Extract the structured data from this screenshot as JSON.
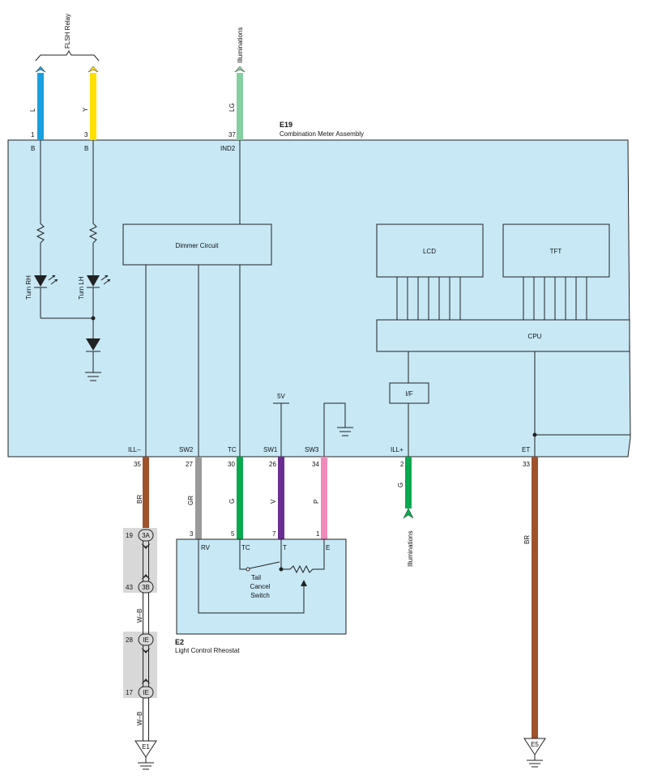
{
  "meter": {
    "code": "E19",
    "name": "Combination Meter Assembly"
  },
  "rheostat": {
    "code": "E2",
    "name": "Light Control Rheostat"
  },
  "top_labels": {
    "flsh_relay": "FLSH Relay",
    "illuminations_top": "Illuminations",
    "illuminations_mid": "Illuminations"
  },
  "top_pins": [
    {
      "pin": "1",
      "terminal": "B",
      "wire": "L"
    },
    {
      "pin": "3",
      "terminal": "B",
      "wire": "Y"
    },
    {
      "pin": "37",
      "terminal": "IND2",
      "wire": "LG"
    }
  ],
  "bottom_pins": [
    {
      "pin": "35",
      "terminal": "ILL–",
      "wire": "BR"
    },
    {
      "pin": "27",
      "terminal": "SW2",
      "wire": "GR"
    },
    {
      "pin": "30",
      "terminal": "TC",
      "wire": "G"
    },
    {
      "pin": "26",
      "terminal": "SW1",
      "wire": "V"
    },
    {
      "pin": "34",
      "terminal": "SW3",
      "wire": "P"
    },
    {
      "pin": "2",
      "terminal": "ILL+",
      "wire": "G"
    },
    {
      "pin": "33",
      "terminal": "ET",
      "wire": "BR"
    }
  ],
  "blocks": {
    "dimmer": "Dimmer Circuit",
    "lcd": "LCD",
    "tft": "TFT",
    "cpu": "CPU",
    "if": "I/F"
  },
  "leds": {
    "rh": "Turn RH",
    "lh": "Turn LH"
  },
  "supply": "5V",
  "e2_pins": [
    {
      "pin": "3",
      "terminal": "RV"
    },
    {
      "pin": "5",
      "terminal": "TC"
    },
    {
      "pin": "7",
      "terminal": "T"
    },
    {
      "pin": "1",
      "terminal": "E"
    }
  ],
  "switch_label": [
    "Tail",
    "Cancel",
    "Switch"
  ],
  "junctions": [
    {
      "pin": "19",
      "id": "3A"
    },
    {
      "pin": "43",
      "id": "3B"
    },
    {
      "pin": "28",
      "id": "IE"
    },
    {
      "pin": "17",
      "id": "IE"
    }
  ],
  "lower_wires": {
    "wb1": "W–B",
    "wb2": "W–B"
  },
  "grounds": {
    "left": "E1",
    "right": "E5"
  },
  "colors": {
    "panel": "#c8e8f6",
    "L": "#1aa0e0",
    "Y": "#ffe000",
    "LG": "#86cfa0",
    "BR": "#a0522d",
    "GR": "#9a9a9a",
    "G": "#0aa84f",
    "V": "#6a2d91",
    "P": "#f08ab8"
  }
}
